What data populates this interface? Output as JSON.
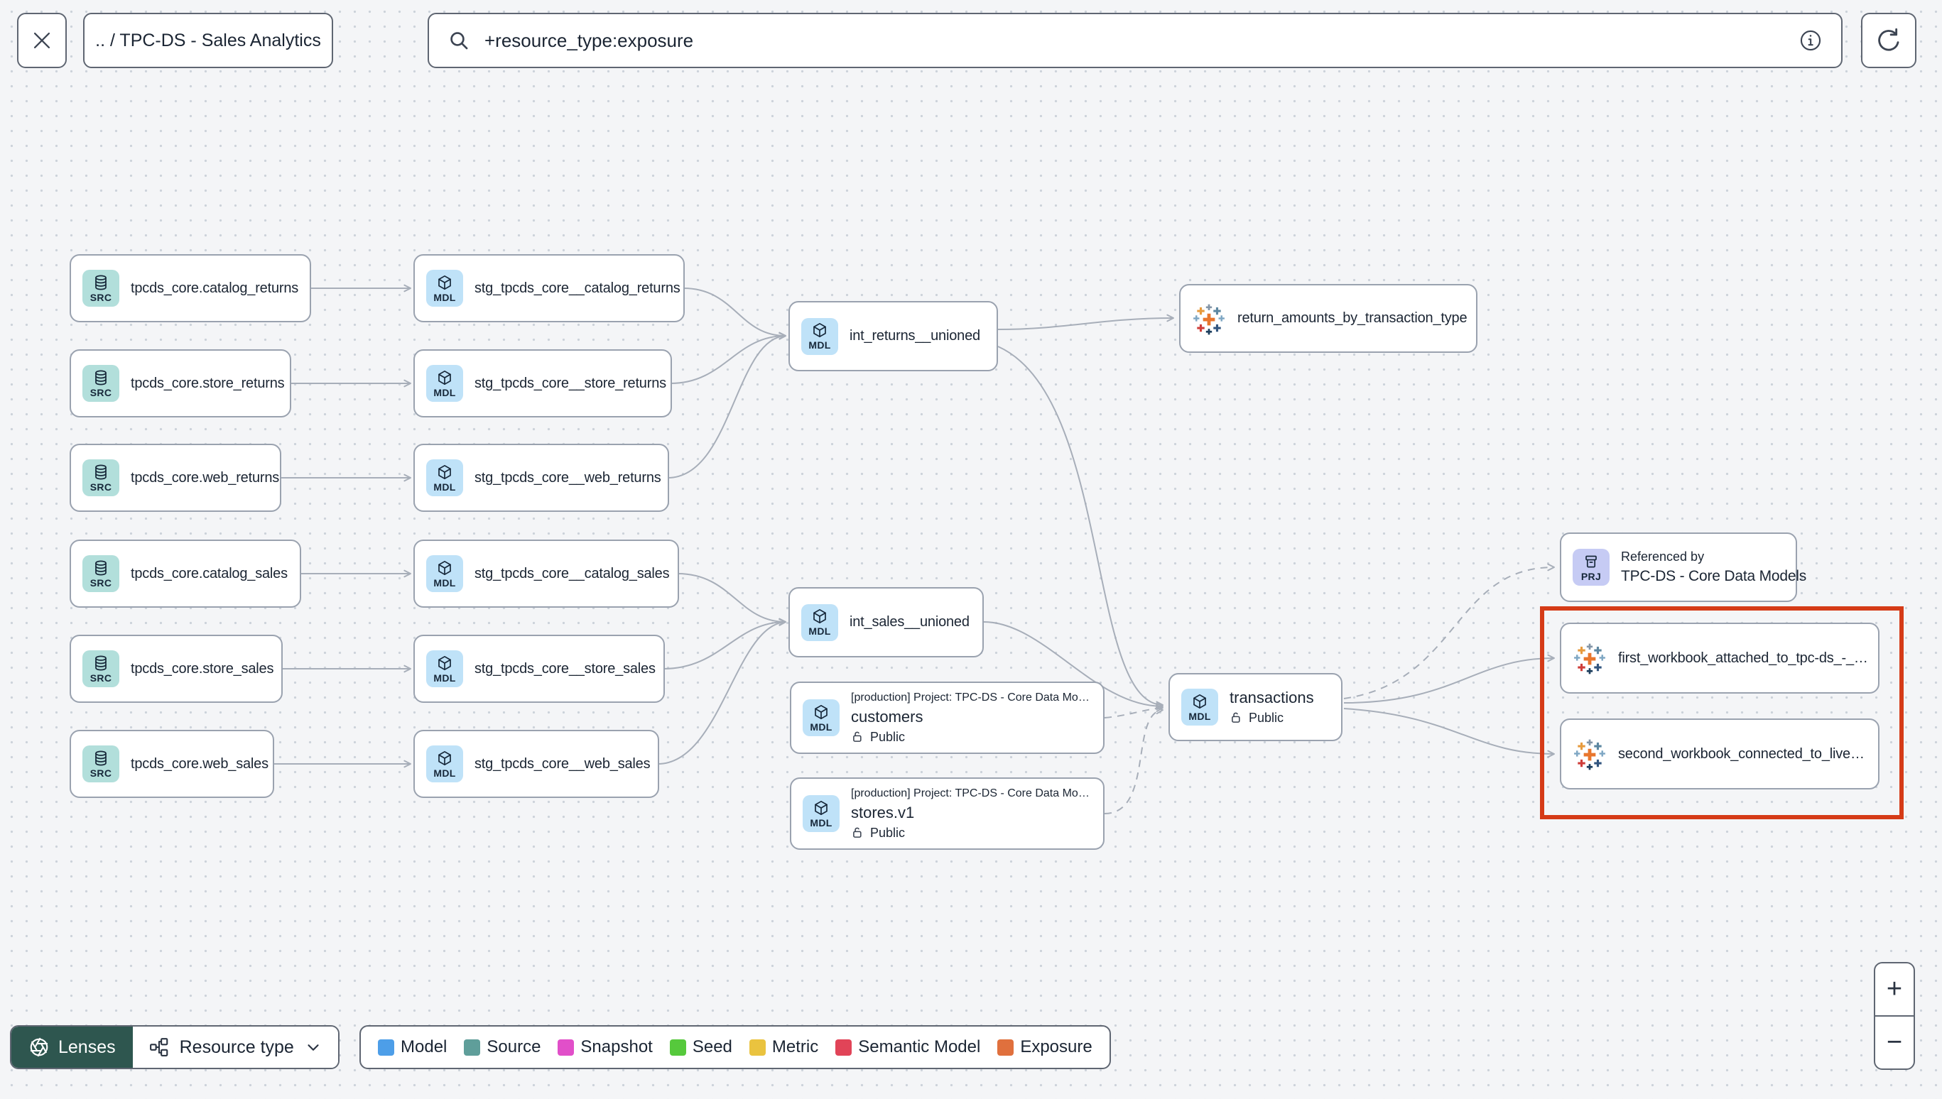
{
  "toolbar": {
    "breadcrumb": ".. / TPC-DS - Sales Analytics",
    "search_value": "+resource_type:exposure"
  },
  "graph": {
    "nodes": [
      {
        "badge": "SRC",
        "label": "tpcds_core.catalog_returns"
      },
      {
        "badge": "SRC",
        "label": "tpcds_core.store_returns"
      },
      {
        "badge": "SRC",
        "label": "tpcds_core.web_returns"
      },
      {
        "badge": "SRC",
        "label": "tpcds_core.catalog_sales"
      },
      {
        "badge": "SRC",
        "label": "tpcds_core.store_sales"
      },
      {
        "badge": "SRC",
        "label": "tpcds_core.web_sales"
      },
      {
        "badge": "MDL",
        "label": "stg_tpcds_core__catalog_returns"
      },
      {
        "badge": "MDL",
        "label": "stg_tpcds_core__store_returns"
      },
      {
        "badge": "MDL",
        "label": "stg_tpcds_core__web_returns"
      },
      {
        "badge": "MDL",
        "label": "stg_tpcds_core__catalog_sales"
      },
      {
        "badge": "MDL",
        "label": "stg_tpcds_core__store_sales"
      },
      {
        "badge": "MDL",
        "label": "stg_tpcds_core__web_sales"
      },
      {
        "badge": "MDL",
        "label": "int_returns__unioned"
      },
      {
        "badge": "MDL",
        "label": "int_sales__unioned"
      },
      {
        "badge": "MDL",
        "project": "[production] Project: TPC-DS - Core Data Mo…",
        "label": "customers",
        "access": "Public"
      },
      {
        "badge": "MDL",
        "project": "[production] Project: TPC-DS - Core Data Mo…",
        "label": "stores.v1",
        "access": "Public"
      },
      {
        "badge": "MDL",
        "label": "transactions",
        "access": "Public"
      },
      {
        "label": "return_amounts_by_transaction_type"
      },
      {
        "badge": "PRJ",
        "kicker": "Referenced by",
        "label": "TPC-DS - Core Data Models"
      },
      {
        "label": "first_workbook_attached_to_tpc-ds_-_…"
      },
      {
        "label": "second_workbook_connected_to_live…"
      }
    ]
  },
  "legend": {
    "lenses_label": "Lenses",
    "resource_type_label": "Resource type",
    "items": [
      {
        "label": "Model",
        "color": "#4d9ee8"
      },
      {
        "label": "Source",
        "color": "#5f9e9a"
      },
      {
        "label": "Snapshot",
        "color": "#e14fc9"
      },
      {
        "label": "Seed",
        "color": "#56c93c"
      },
      {
        "label": "Metric",
        "color": "#eac33f"
      },
      {
        "label": "Semantic Model",
        "color": "#e14458"
      },
      {
        "label": "Exposure",
        "color": "#e0703d"
      }
    ]
  },
  "zoom_controls": {
    "zoom_in": "+",
    "zoom_out": "−"
  },
  "colors": {
    "highlight_red": "#d53b17",
    "edge": "#a7aeb9",
    "lenses_bg": "#2e564f",
    "source_badge_bg": "#b2dfdb",
    "model_badge_bg": "#bfe2f8",
    "project_badge_bg": "#c6cbf4"
  }
}
